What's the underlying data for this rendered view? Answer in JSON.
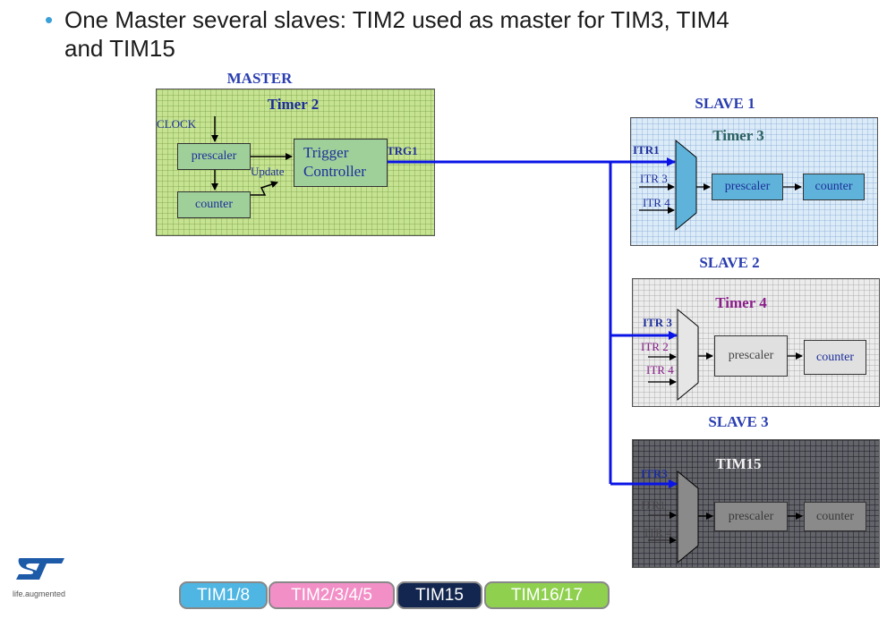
{
  "title": {
    "line1": "One Master several slaves: TIM2 used as master for TIM3, TIM4",
    "line2": "and TIM15"
  },
  "master": {
    "heading": "MASTER",
    "timer": "Timer 2",
    "clock": "CLOCK",
    "prescaler": "prescaler",
    "counter": "counter",
    "update": "Update",
    "trigger_line1": "Trigger",
    "trigger_line2": "Controller",
    "trg_out": "TRG1"
  },
  "slave1": {
    "heading": "SLAVE 1",
    "timer": "Timer 3",
    "itr_active": "ITR1",
    "itr_a": "ITR 3",
    "itr_b": "ITR 4",
    "prescaler": "prescaler",
    "counter": "counter"
  },
  "slave2": {
    "heading": "SLAVE 2",
    "timer": "Timer 4",
    "itr_active": "ITR 3",
    "itr_a": "ITR 2",
    "itr_b": "ITR 4",
    "prescaler": "prescaler",
    "counter": "counter"
  },
  "slave3": {
    "heading": "SLAVE 3",
    "timer": "TIM15",
    "itr_active": "ITR3",
    "itr_a": "ITR1",
    "itr_b": "ITR 4",
    "prescaler": "prescaler",
    "counter": "counter"
  },
  "logo": {
    "tagline": "life.augmented"
  },
  "tabs": [
    {
      "label": "TIM1/8",
      "bg": "#4fb6e3",
      "fg": "#ffffff"
    },
    {
      "label": "TIM2/3/4/5",
      "bg": "#f38fc7",
      "fg": "#ffffff"
    },
    {
      "label": "TIM15",
      "bg": "#13264f",
      "fg": "#ffffff"
    },
    {
      "label": "TIM16/17",
      "bg": "#8fd04f",
      "fg": "#ffffff"
    }
  ],
  "colors": {
    "signal": "#0a14e6",
    "master_bg": "#c6e392",
    "slave1_bg": "#dcebf8",
    "slave2_bg": "#ececec",
    "slave3_bg": "#63636a"
  }
}
